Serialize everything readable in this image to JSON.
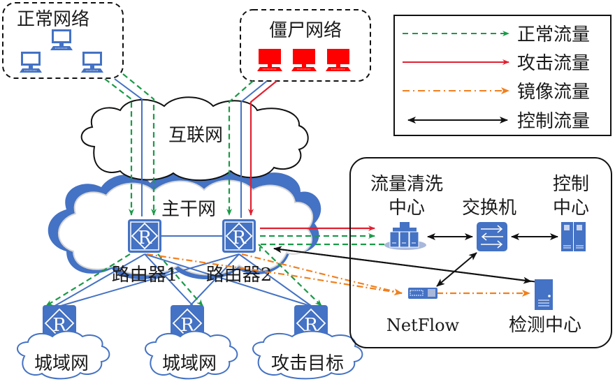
{
  "groups": {
    "normal_network": "正常网络",
    "botnet": "僵尸网络"
  },
  "clouds": {
    "internet": "互联网",
    "backbone": "主干网",
    "metro_1": "城域网",
    "metro_2": "城域网",
    "attack_target": "攻击目标"
  },
  "routers": {
    "router_1": "路由器1",
    "router_2": "路由器2",
    "router_glyph": "R"
  },
  "right_panel": {
    "scrubbing_center_line1": "流量清洗",
    "scrubbing_center_line2": "中心",
    "switch": "交换机",
    "control_center_line1": "控制",
    "control_center_line2": "中心",
    "netflow": "NetFlow",
    "detection_center": "检测中心"
  },
  "legend": [
    {
      "label": "正常流量",
      "style": "dashed",
      "color": "#1a9a48",
      "icon": "arrow-right"
    },
    {
      "label": "攻击流量",
      "style": "solid",
      "color": "#e02030",
      "icon": "arrow-right"
    },
    {
      "label": "镜像流量",
      "style": "dash-dot",
      "color": "#f0801e",
      "icon": "arrow-right"
    },
    {
      "label": "控制流量",
      "style": "solid",
      "color": "#111111",
      "icon": "arrow-both"
    }
  ],
  "colors": {
    "device_blue": "#4472c4",
    "botnet_red": "#ff0000",
    "normal_green": "#1a9a48",
    "attack_red": "#e02030",
    "mirror_orange": "#f0801e",
    "control_black": "#111111"
  }
}
